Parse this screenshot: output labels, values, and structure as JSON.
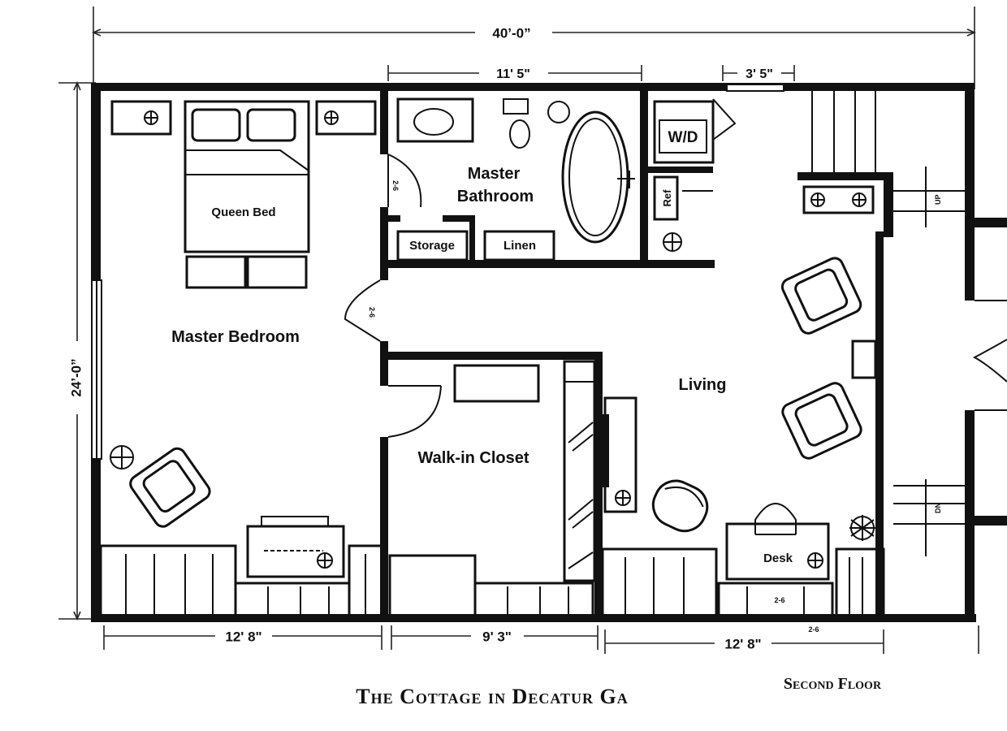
{
  "dimensions": {
    "overall_width": "40’-0”",
    "overall_depth": "24’-0”",
    "bath_width": "11' 5\"",
    "laundry_width": "3' 5\"",
    "bedroom_width": "12' 8\"",
    "closet_width": "9' 3\"",
    "living_width": "12' 8\""
  },
  "rooms": {
    "master_bedroom": "Master Bedroom",
    "master_bathroom_line1": "Master",
    "master_bathroom_line2": "Bathroom",
    "walk_in_closet": "Walk-in Closet",
    "living": "Living"
  },
  "fixtures": {
    "queen_bed": "Queen Bed",
    "storage": "Storage",
    "linen": "Linen",
    "washer_dryer": "W/D",
    "refrigerator": "Ref",
    "desk": "Desk",
    "stair_up": "UP",
    "stair_down": "DN"
  },
  "door_sizes": {
    "bath_door": "2-6",
    "bedroom_door": "2-6",
    "desk_window": "2-6",
    "living_bottom": "2-6"
  },
  "captions": {
    "title": "The Cottage in Decatur Ga",
    "floor": "Second Floor"
  }
}
